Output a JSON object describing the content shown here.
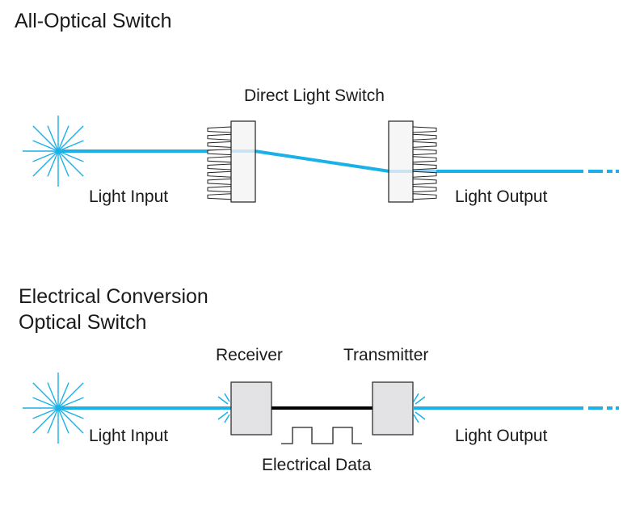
{
  "colors": {
    "light": "#1ab0e8",
    "light_pale": "#8fd3f0",
    "box_fill": "#f0f0f0",
    "box_fill_dark": "#e3e3e5",
    "stroke": "#222222"
  },
  "top": {
    "title": "All-Optical Switch",
    "switch_label": "Direct Light Switch",
    "input_label": "Light Input",
    "output_label": "Light Output",
    "icons": [
      "light-source-starburst-icon",
      "mirror-comb-icon",
      "mirror-comb-icon"
    ]
  },
  "bottom": {
    "title_line1": "Electrical Conversion",
    "title_line2": "Optical Switch",
    "receiver_label": "Receiver",
    "transmitter_label": "Transmitter",
    "input_label": "Light Input",
    "output_label": "Light Output",
    "data_label": "Electrical Data",
    "icons": [
      "light-source-starburst-icon",
      "square-wave-icon"
    ]
  }
}
